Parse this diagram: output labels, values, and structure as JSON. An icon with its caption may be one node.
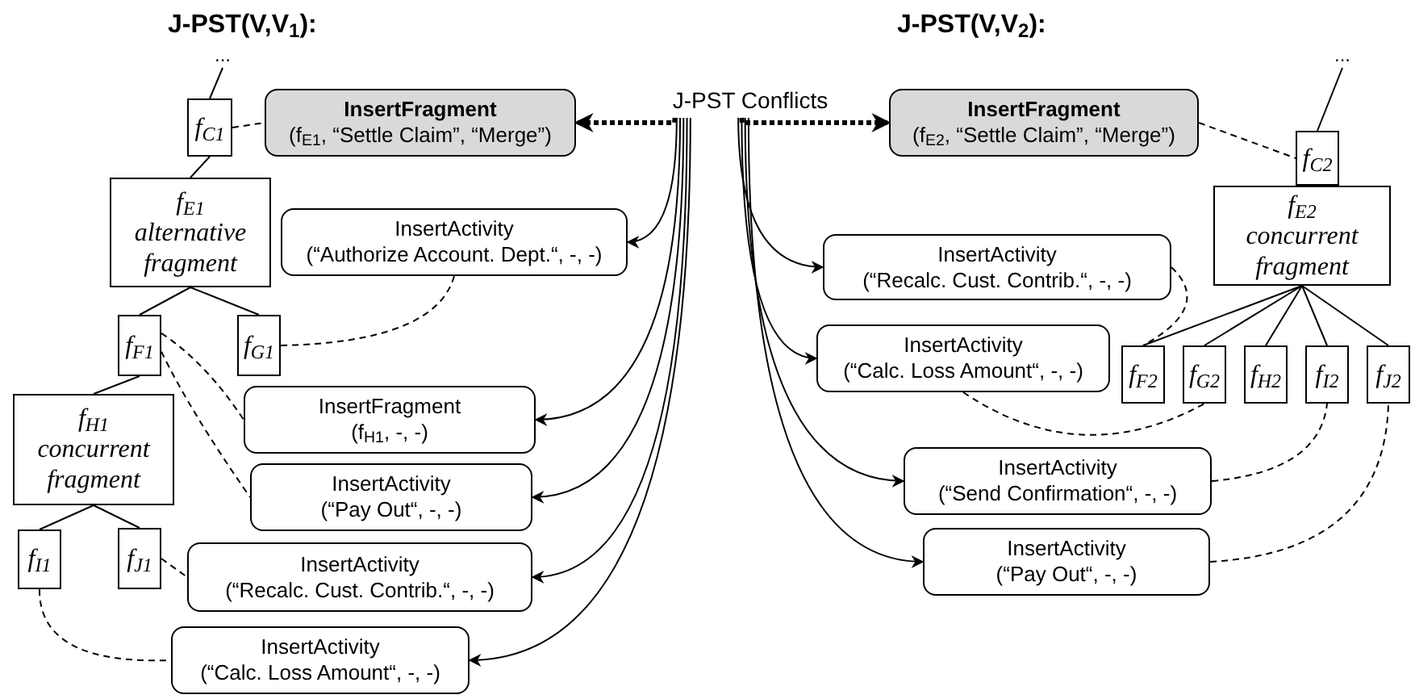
{
  "diagram": {
    "nodes": [
      {
        "text": [
          "..."
        ]
      },
      {
        "text": [
          "f$_{C1}$"
        ]
      },
      {
        "text": [
          "f$_{E1}$",
          "alternative fragment"
        ]
      },
      {
        "text": [
          "f$_{F1}$"
        ]
      },
      {
        "text": [
          "f$_{G1}$"
        ]
      },
      {
        "text": [
          "f$_{H1}$",
          "concurrent fragment"
        ]
      },
      {
        "text": [
          "f$_{I1}$"
        ]
      },
      {
        "text": [
          "f$_{J1}$"
        ]
      },
      {
        "text": [
          "J-PST Conflicts"
        ]
      },
      {
        "text": [
          "InsertFragment",
          "(f$_{E1}$, “Settle Claim”, “Merge”)"
        ]
      },
      {
        "text": [
          "InsertActivity",
          "(“Authorize Account. Dept.“, -, -)"
        ]
      },
      {
        "text": [
          "InsertFragment",
          "(f$_{H1}$, -, -)"
        ]
      },
      {
        "text": [
          "InsertActivity",
          "(“Pay Out“, -, -)"
        ]
      },
      {
        "text": [
          "InsertActivity",
          "(“Recalc. Cust. Contrib.“, -, -)"
        ]
      },
      {
        "text": [
          "InsertActivity",
          "(“Calc. Loss Amount“, -, -)"
        ]
      },
      {
        "text": [
          "InsertFragment",
          "(f$_{E2}$, “Settle Claim”, “Merge”)"
        ]
      },
      {
        "text": [
          "InsertActivity",
          "(“Recalc. Cust. Contrib.“, -, -)"
        ]
      },
      {
        "text": [
          "InsertActivity",
          "(“Calc. Loss Amount“, -, -)"
        ]
      },
      {
        "text": [
          "InsertActivity",
          "(“Send Confirmation“, -, -)"
        ]
      },
      {
        "text": [
          "InsertActivity",
          "(“Pay Out“, -, -)"
        ]
      },
      {
        "text": [
          "..."
        ]
      },
      {
        "text": [
          "f$_{C2}$"
        ]
      },
      {
        "text": [
          "f$_{E2}$",
          "concurrent fragment"
        ]
      },
      {
        "text": [
          "f$_{F2}$"
        ]
      },
      {
        "text": [
          "f$_{G2}$"
        ]
      },
      {
        "text": [
          "f$_{H2}$"
        ]
      },
      {
        "text": [
          "f$_{I2}$"
        ]
      },
      {
        "text": [
          "f$_{J2}$"
        ]
      }
    ],
    "edges": [
      {
        "from": 0,
        "to": 1,
        "arrow": "none"
      },
      {
        "from": 1,
        "to": 2,
        "arrow": "none"
      },
      {
        "from": 2,
        "to": 3,
        "arrow": "none"
      },
      {
        "from": 2,
        "to": 4,
        "arrow": "none"
      },
      {
        "from": 3,
        "to": 5,
        "arrow": "none"
      },
      {
        "from": 5,
        "to": 6,
        "arrow": "none"
      },
      {
        "from": 5,
        "to": 7,
        "arrow": "none"
      },
      {
        "from": 20,
        "to": 21,
        "arrow": "none"
      },
      {
        "from": 21,
        "to": 22,
        "arrow": "none"
      },
      {
        "from": 22,
        "to": 23,
        "arrow": "none"
      },
      {
        "from": 22,
        "to": 24,
        "arrow": "none"
      },
      {
        "from": 22,
        "to": 25,
        "arrow": "none"
      },
      {
        "from": 22,
        "to": 26,
        "arrow": "none"
      },
      {
        "from": 22,
        "to": 27,
        "arrow": "none"
      },
      {
        "from": 8,
        "to": 9,
        "arrow": "to",
        "style": "dashed"
      },
      {
        "from": 8,
        "to": 15,
        "arrow": "to",
        "style": "dashed"
      },
      {
        "from": 8,
        "to": 10,
        "arrow": "to"
      },
      {
        "from": 8,
        "to": 11,
        "arrow": "to"
      },
      {
        "from": 8,
        "to": 12,
        "arrow": "to"
      },
      {
        "from": 8,
        "to": 13,
        "arrow": "to"
      },
      {
        "from": 8,
        "to": 14,
        "arrow": "to"
      },
      {
        "from": 8,
        "to": 16,
        "arrow": "to"
      },
      {
        "from": 8,
        "to": 17,
        "arrow": "to"
      },
      {
        "from": 8,
        "to": 18,
        "arrow": "to"
      },
      {
        "from": 8,
        "to": 19,
        "arrow": "to"
      },
      {
        "from": 1,
        "to": 9,
        "arrow": "none",
        "style": "dashed"
      },
      {
        "from": 4,
        "to": 10,
        "arrow": "none",
        "style": "dashed"
      },
      {
        "from": 3,
        "to": 11,
        "arrow": "none",
        "style": "dashed"
      },
      {
        "from": 3,
        "to": 12,
        "arrow": "none",
        "style": "dashed"
      },
      {
        "from": 7,
        "to": 13,
        "arrow": "none",
        "style": "dashed"
      },
      {
        "from": 6,
        "to": 14,
        "arrow": "none",
        "style": "dashed"
      },
      {
        "from": 15,
        "to": 21,
        "arrow": "none",
        "style": "dashed"
      },
      {
        "from": 16,
        "to": 23,
        "arrow": "none",
        "style": "dashed"
      },
      {
        "from": 17,
        "to": 24,
        "arrow": "none",
        "style": "dashed"
      },
      {
        "from": 18,
        "to": 26,
        "arrow": "none",
        "style": "dashed"
      },
      {
        "from": 19,
        "to": 27,
        "arrow": "none",
        "style": "dashed"
      }
    ],
    "labels": [
      "J-PST(V,V$_{1}$):",
      "J-PST(V,V$_{2}$):"
    ]
  }
}
